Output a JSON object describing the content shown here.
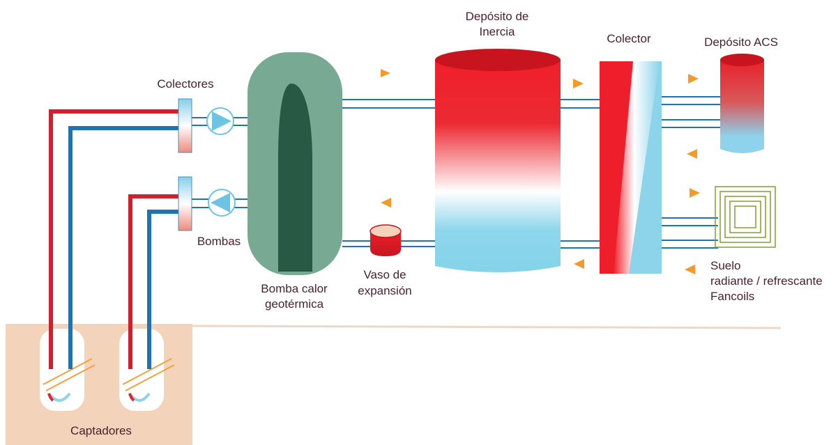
{
  "labels": {
    "colectores": "Colectores",
    "bombas": "Bombas",
    "bomba_calor_line1": "Bomba calor",
    "bomba_calor_line2": "geotérmica",
    "deposito_inercia_line1": "Depósito de",
    "deposito_inercia_line2": "Inercia",
    "vaso_line1": "Vaso de",
    "vaso_line2": "expansión",
    "colector": "Colector",
    "deposito_acs": "Depósito ACS",
    "suelo_line1": "Suelo",
    "suelo_line2": "radiante / refrescante",
    "suelo_line3": "Fancoils",
    "captadores": "Captadores"
  },
  "colors": {
    "hot": "#d11f2e",
    "cold": "#1f74b0",
    "light_blue": "#8dd4ea",
    "ground": "#f3d4bb",
    "heat_pump_outer": "#78a992",
    "heat_pump_inner": "#285945",
    "arrow": "#f39a2a",
    "text": "#4a1f2c"
  }
}
